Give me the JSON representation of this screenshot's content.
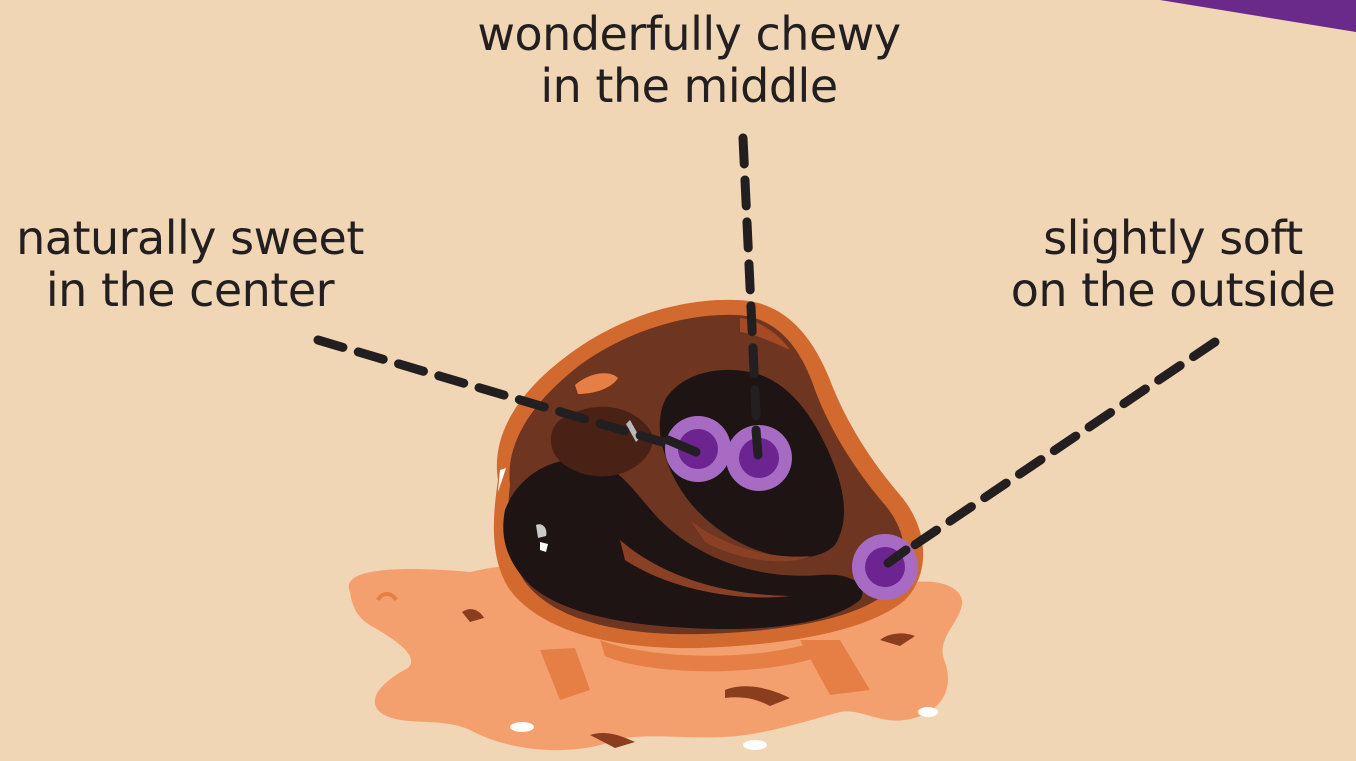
{
  "colors": {
    "background": "#f0d6b4",
    "corner_accent": "#6a2a8a",
    "date_outline": "#d2692f",
    "date_skin": "#6e3520",
    "date_dark": "#1e1414",
    "syrup": "#f4a06e",
    "syrup_shadow": "#e57f45",
    "marker_outer": "#a86bc4",
    "marker_inner": "#6b2490",
    "leader_line": "#231f20",
    "text": "#231f20"
  },
  "callouts": {
    "middle": {
      "line1": "wonderfully chewy",
      "line2": "in the middle"
    },
    "center": {
      "line1": "naturally sweet",
      "line2": "in the center"
    },
    "outside": {
      "line1": "slightly soft",
      "line2": "on the outside"
    }
  }
}
